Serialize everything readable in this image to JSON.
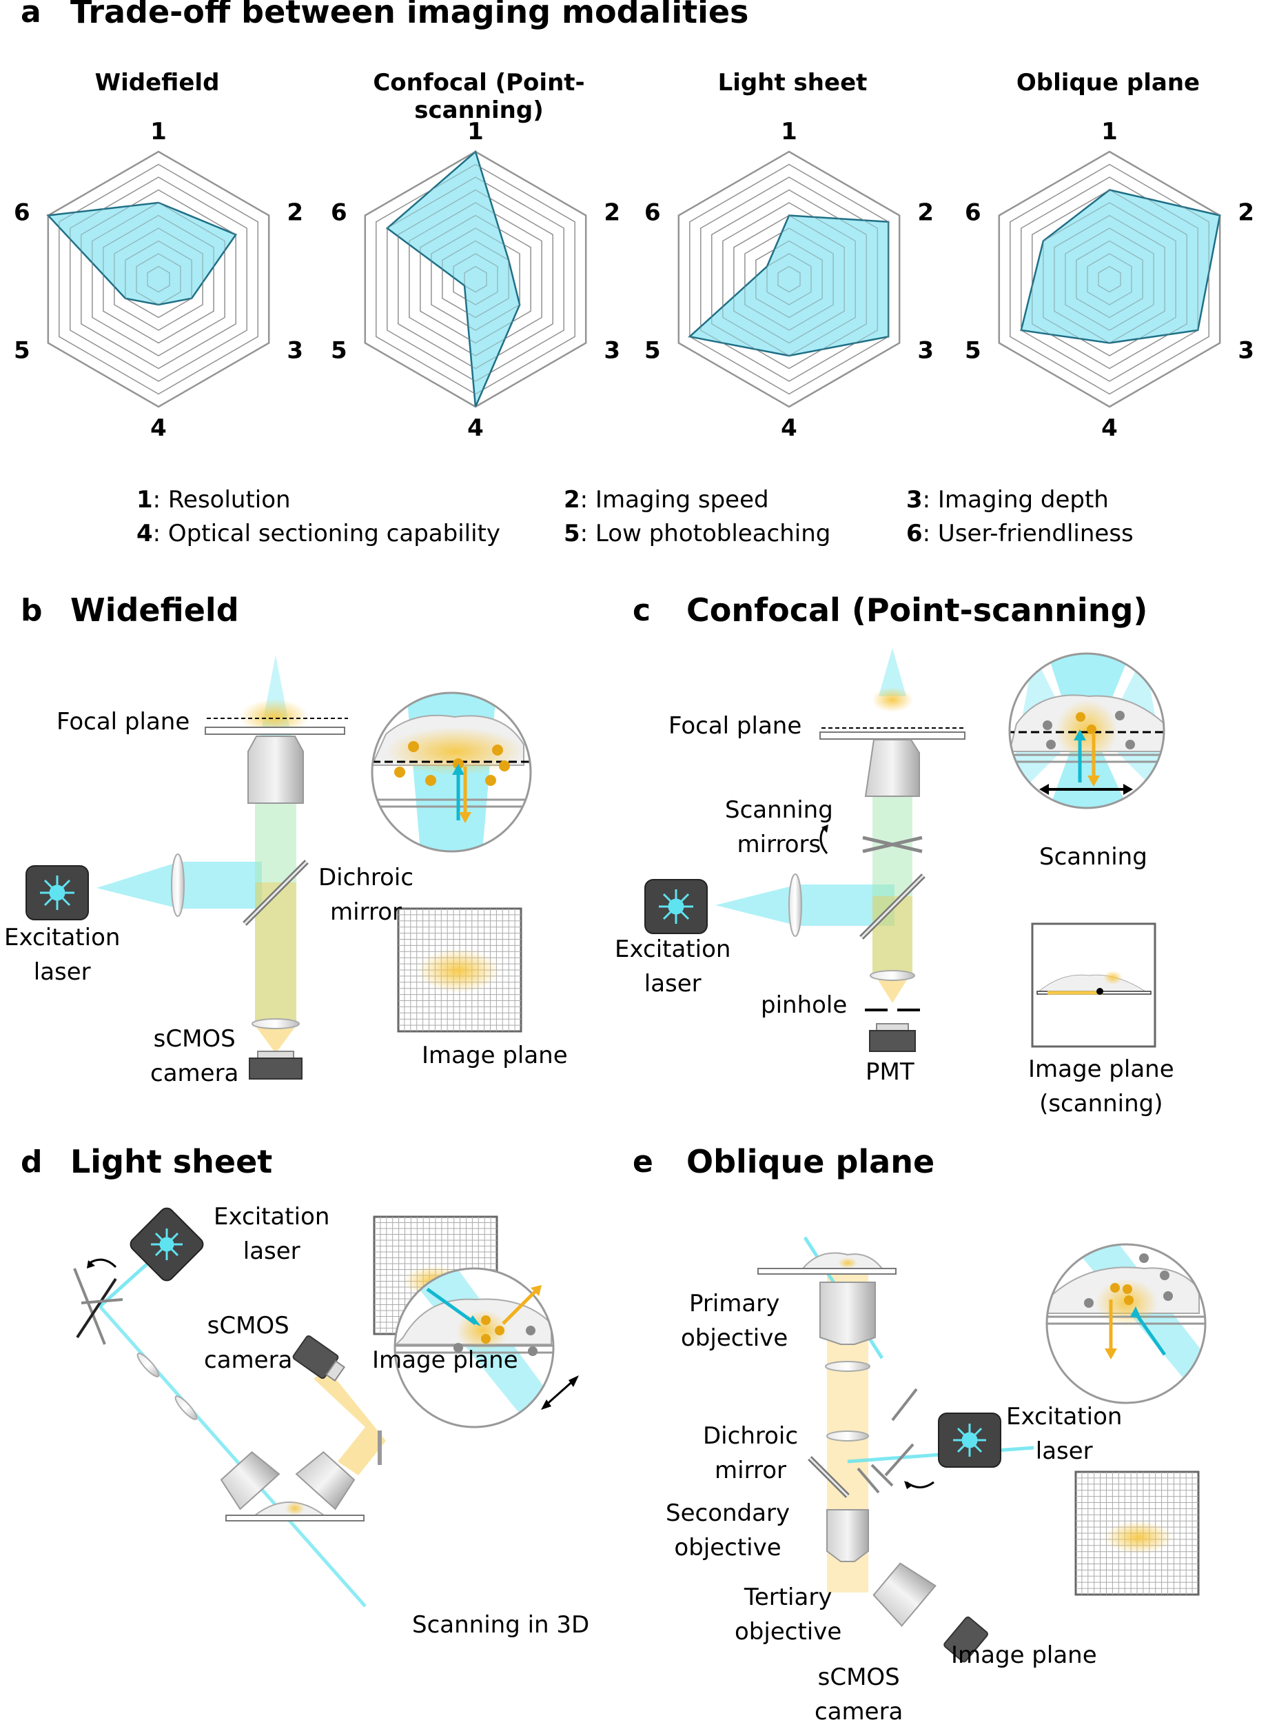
{
  "panels": {
    "a": {
      "letter": "a",
      "title": "Trade-off between imaging modalities"
    },
    "b": {
      "letter": "b",
      "title": "Widefield"
    },
    "c": {
      "letter": "c",
      "title": "Confocal (Point-scanning)"
    },
    "d": {
      "letter": "d",
      "title": "Light sheet"
    },
    "e": {
      "letter": "e",
      "title": "Oblique plane"
    }
  },
  "radar": {
    "axis_numbers": [
      "1",
      "2",
      "3",
      "4",
      "5",
      "6"
    ],
    "levels": 10,
    "fill_color": "#9be7f3",
    "stroke_color": "#1f6f86",
    "charts": [
      {
        "title": "Widefield",
        "values": [
          6,
          7,
          3,
          2,
          3,
          10
        ]
      },
      {
        "title": "Confocal (Point-scanning)",
        "values": [
          10,
          3,
          4,
          10,
          1,
          8
        ]
      },
      {
        "title": "Light sheet",
        "values": [
          5,
          9,
          9,
          6,
          9,
          2
        ]
      },
      {
        "title": "Oblique plane",
        "values": [
          7,
          10,
          8,
          5,
          8,
          6
        ]
      }
    ]
  },
  "legend": {
    "items": [
      {
        "num": "1",
        "text": ": Resolution"
      },
      {
        "num": "2",
        "text": ": Imaging speed"
      },
      {
        "num": "3",
        "text": ": Imaging depth"
      },
      {
        "num": "4",
        "text": ": Optical sectioning capability"
      },
      {
        "num": "5",
        "text": ": Low photobleaching"
      },
      {
        "num": "6",
        "text": ": User-friendliness"
      }
    ]
  },
  "labels": {
    "b": {
      "focal": "Focal plane",
      "dichroic1": "Dichroic",
      "dichroic2": "mirror",
      "exc1": "Excitation",
      "exc2": "laser",
      "cam1": "sCMOS",
      "cam2": "camera",
      "image": "Image plane"
    },
    "c": {
      "focal": "Focal plane",
      "scan1": "Scanning",
      "scan2": "mirrors",
      "exc1": "Excitation",
      "exc2": "laser",
      "pinhole": "pinhole",
      "pmt": "PMT",
      "scanning": "Scanning",
      "image1": "Image plane",
      "image2": "(scanning)"
    },
    "d": {
      "exc1": "Excitation",
      "exc2": "laser",
      "cam1": "sCMOS",
      "cam2": "camera",
      "image": "Image plane",
      "scan3d": "Scanning in 3D"
    },
    "e": {
      "prim1": "Primary",
      "prim2": "objective",
      "dich1": "Dichroic",
      "dich2": "mirror",
      "sec1": "Secondary",
      "sec2": "objective",
      "ter1": "Tertiary",
      "ter2": "objective",
      "cam1": "sCMOS",
      "cam2": "camera",
      "exc1": "Excitation",
      "exc2": "laser",
      "image": "Image plane"
    }
  },
  "colors": {
    "cyan": "#5fe3f0",
    "yellow": "#f7c948",
    "arrow_cyan": "#12b7d0",
    "arrow_yellow": "#f2b01e"
  }
}
